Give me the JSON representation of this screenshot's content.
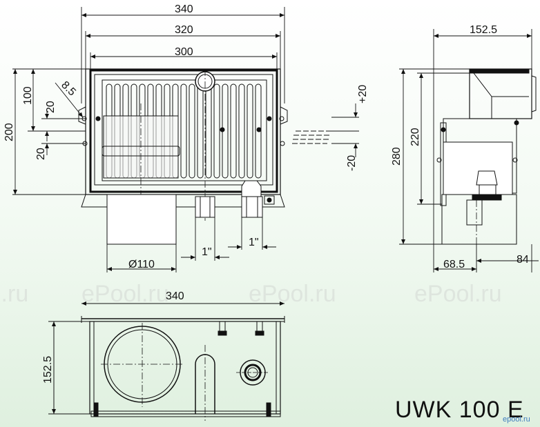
{
  "dimensions": {
    "front_width_outer": "340",
    "front_width_mid": "320",
    "front_width_inner": "300",
    "front_height": "200",
    "front_height_half": "100",
    "front_offset_top": "20",
    "front_offset_bottom": "20",
    "front_hole_dia": "8.5",
    "level_plus": "+20",
    "level_minus": "-20",
    "pipe_dia": "Ø110",
    "pipe_thread_1": "1\"",
    "pipe_thread_2": "1\"",
    "side_width": "152.5",
    "side_height_total": "280",
    "side_height_upper": "220",
    "side_offset_left": "68.5",
    "side_offset_right": "84",
    "top_width": "340",
    "top_depth": "152.5"
  },
  "watermarks": [
    "l.ru",
    "ePool.ru",
    "ePool.ru",
    "ePool.ru"
  ],
  "model": "UWK 100 E",
  "brand": "epool.ru"
}
